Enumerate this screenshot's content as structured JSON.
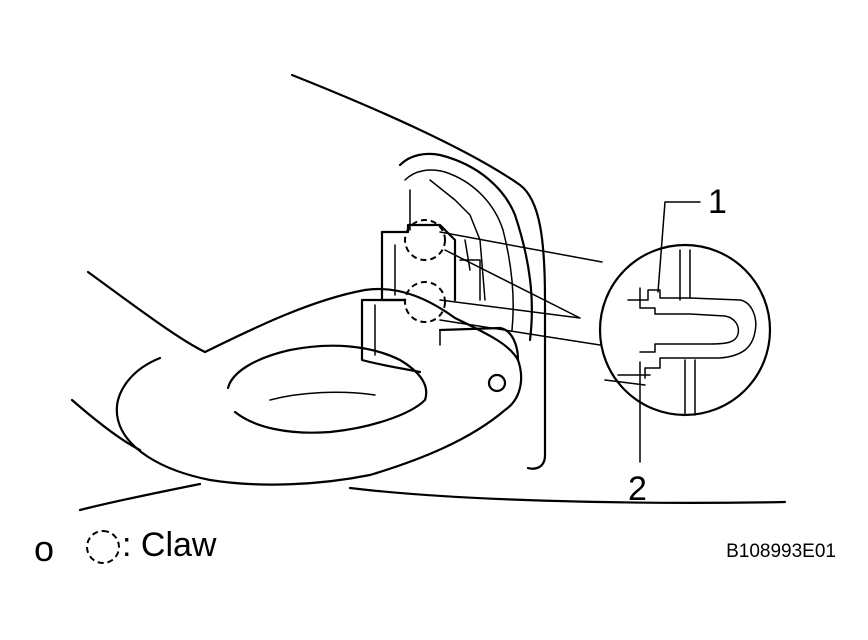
{
  "callouts": {
    "one": "1",
    "two": "2"
  },
  "legend": {
    "bullet": "o",
    "symbol_icon": "dashed-circle-icon",
    "label": ": Claw"
  },
  "figure_code": "B108993E01"
}
